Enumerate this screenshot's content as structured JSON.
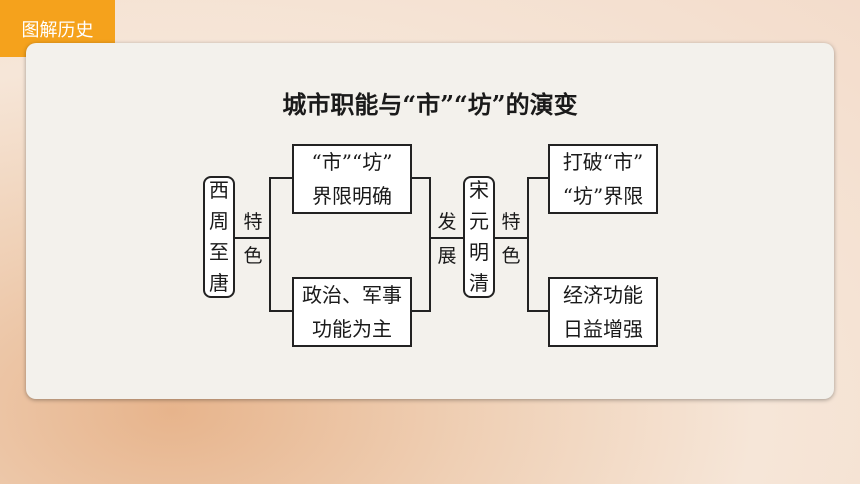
{
  "header": {
    "tag": "图解历史"
  },
  "diagram": {
    "title": "城市职能与“市”“坊”的演变",
    "left": {
      "era": "西周至唐",
      "label": "特色",
      "top": [
        "“市”“坊”",
        "界限明确"
      ],
      "bottom": [
        "政治、军事",
        "功能为主"
      ]
    },
    "transition": "发展",
    "right": {
      "era": "宋元明清",
      "label": "特色",
      "top": [
        "打破“市”",
        "“坊”界限"
      ],
      "bottom": [
        "经济功能",
        "日益增强"
      ]
    }
  }
}
